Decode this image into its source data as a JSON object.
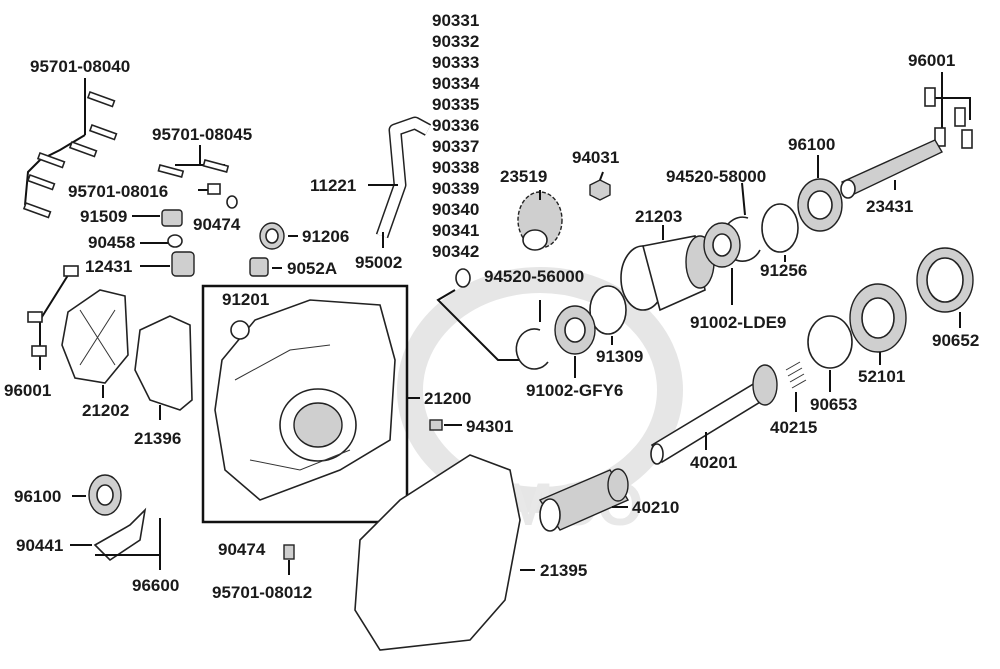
{
  "diagram": {
    "watermark_text": "KYMCO",
    "labels": {
      "p95701_08040": "95701-08040",
      "p95701_08045": "95701-08045",
      "p95701_08016": "95701-08016",
      "p91509": "91509",
      "p90474_top": "90474",
      "p90458": "90458",
      "p91206": "91206",
      "p12431": "12431",
      "p9052A": "9052A",
      "p11221": "11221",
      "p95002": "95002",
      "p90331": "90331",
      "p90332": "90332",
      "p90333": "90333",
      "p90334": "90334",
      "p90335": "90335",
      "p90336": "90336",
      "p90337": "90337",
      "p90338": "90338",
      "p90339": "90339",
      "p90340": "90340",
      "p90341": "90341",
      "p90342": "90342",
      "p23519": "23519",
      "p94031": "94031",
      "p94520_58000": "94520-58000",
      "p96100_top": "96100",
      "p96001_top": "96001",
      "p23431": "23431",
      "p21203": "21203",
      "p91256": "91256",
      "p94520_56000": "94520-56000",
      "p91002_LDE9": "91002-LDE9",
      "p90652": "90652",
      "p91309": "91309",
      "p91002_GFY6": "91002-GFY6",
      "p52101": "52101",
      "p90653": "90653",
      "p40215": "40215",
      "p40201": "40201",
      "p40210": "40210",
      "p91201": "91201",
      "p21200": "21200",
      "p94301_a": "94301",
      "p96001_left": "96001",
      "p21202": "21202",
      "p21396": "21396",
      "p96100_left": "96100",
      "p90441": "90441",
      "p96600": "96600",
      "p90474_bottom": "90474",
      "p95701_08012": "95701-08012",
      "p94301_b": "94301",
      "p21395": "21395"
    }
  }
}
